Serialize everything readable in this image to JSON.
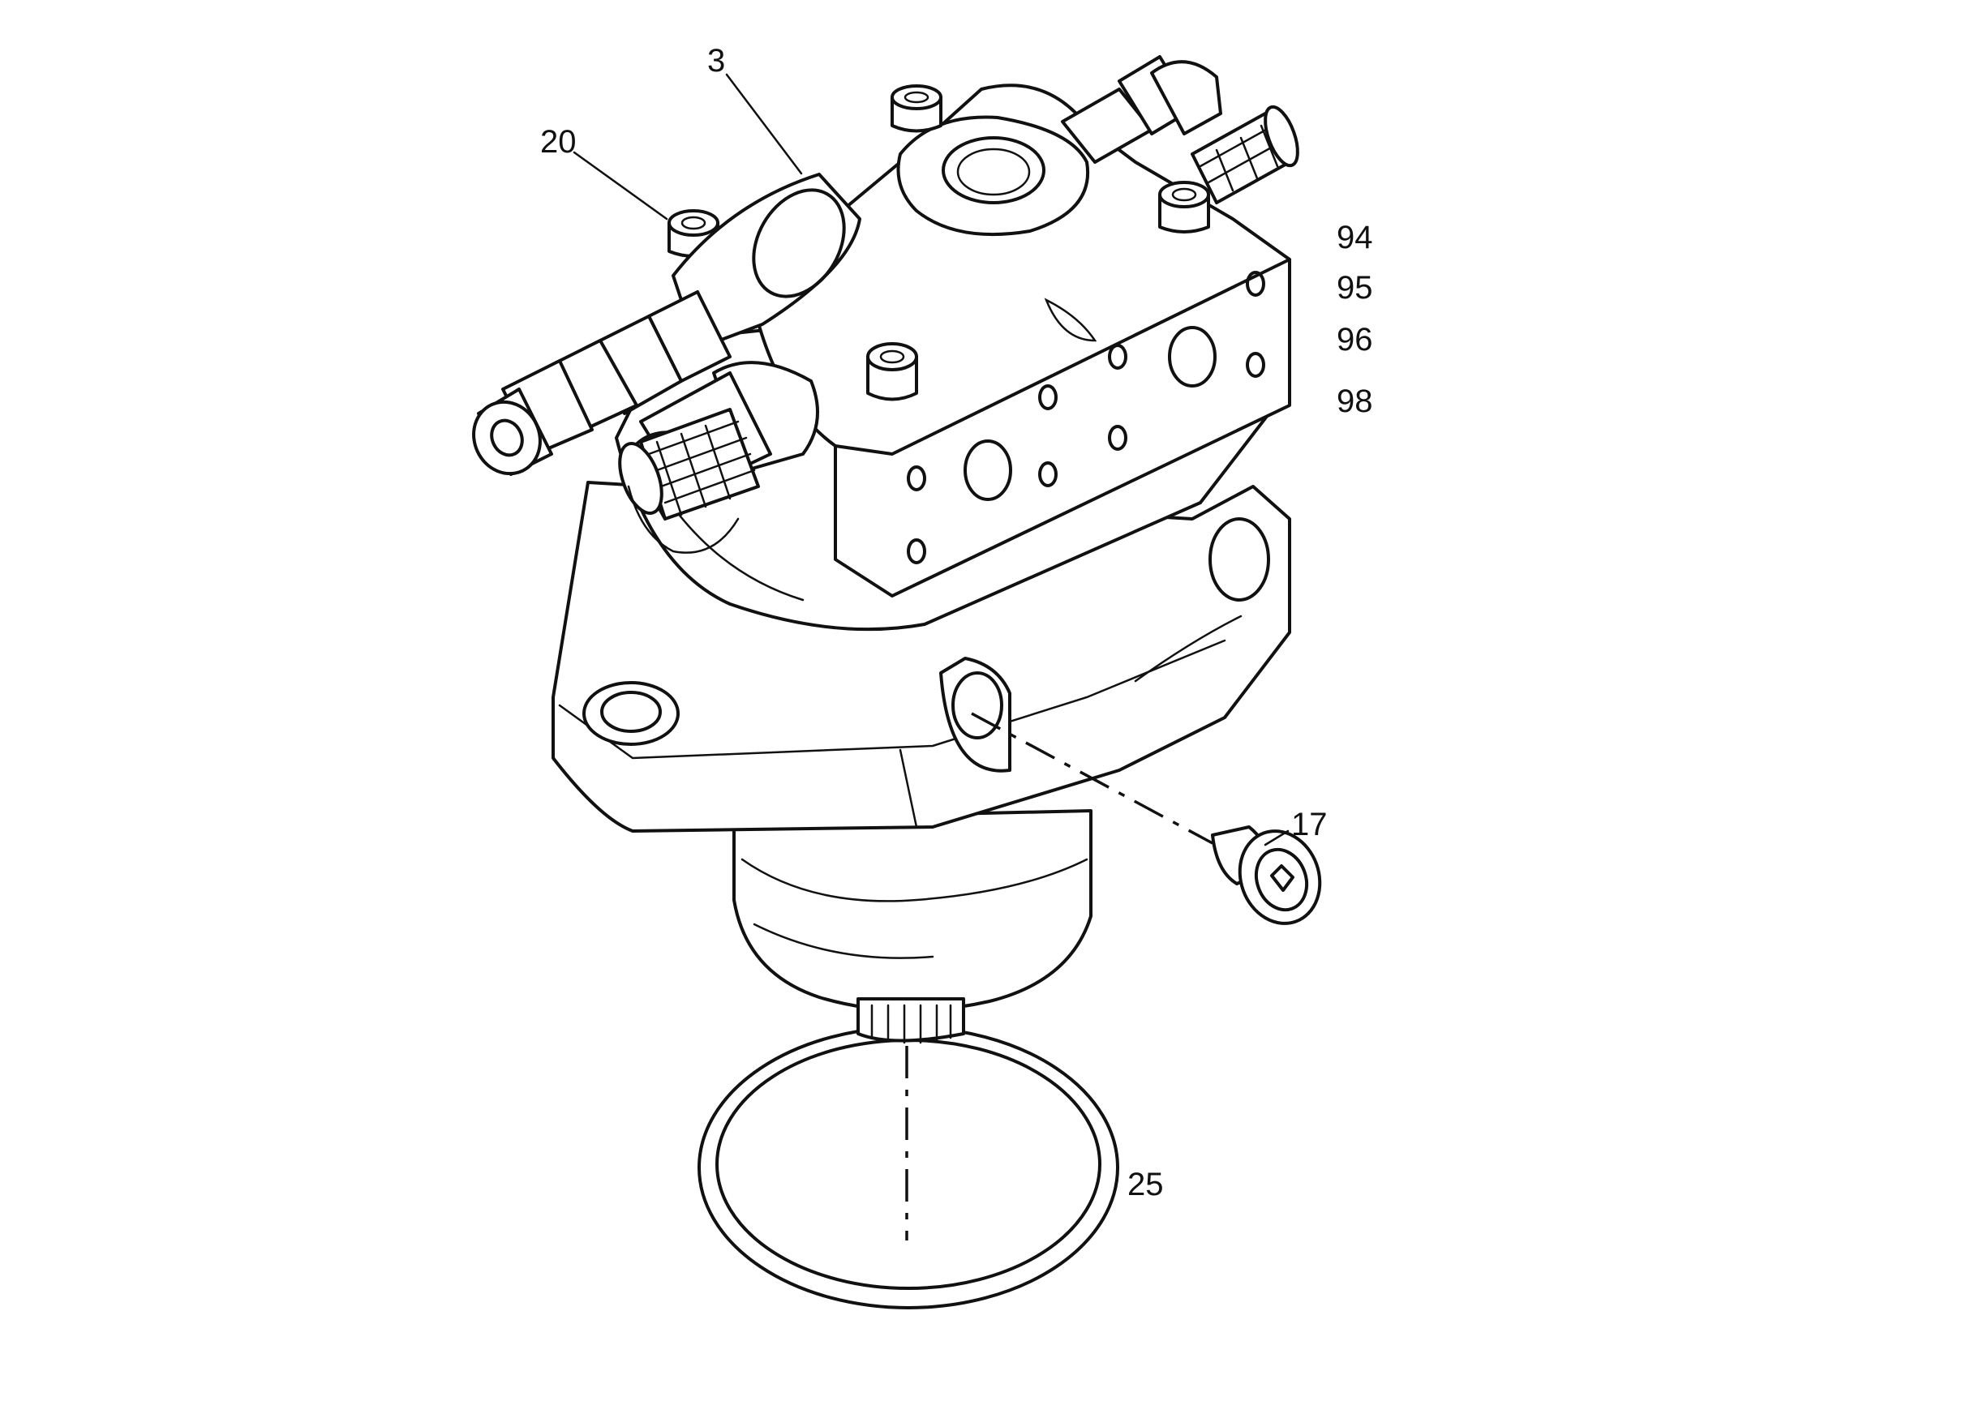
{
  "callouts": {
    "c3": "3",
    "c20": "20",
    "c94": "94",
    "c95": "95",
    "c96": "96",
    "c98": "98",
    "c17": "17",
    "c25": "25"
  }
}
